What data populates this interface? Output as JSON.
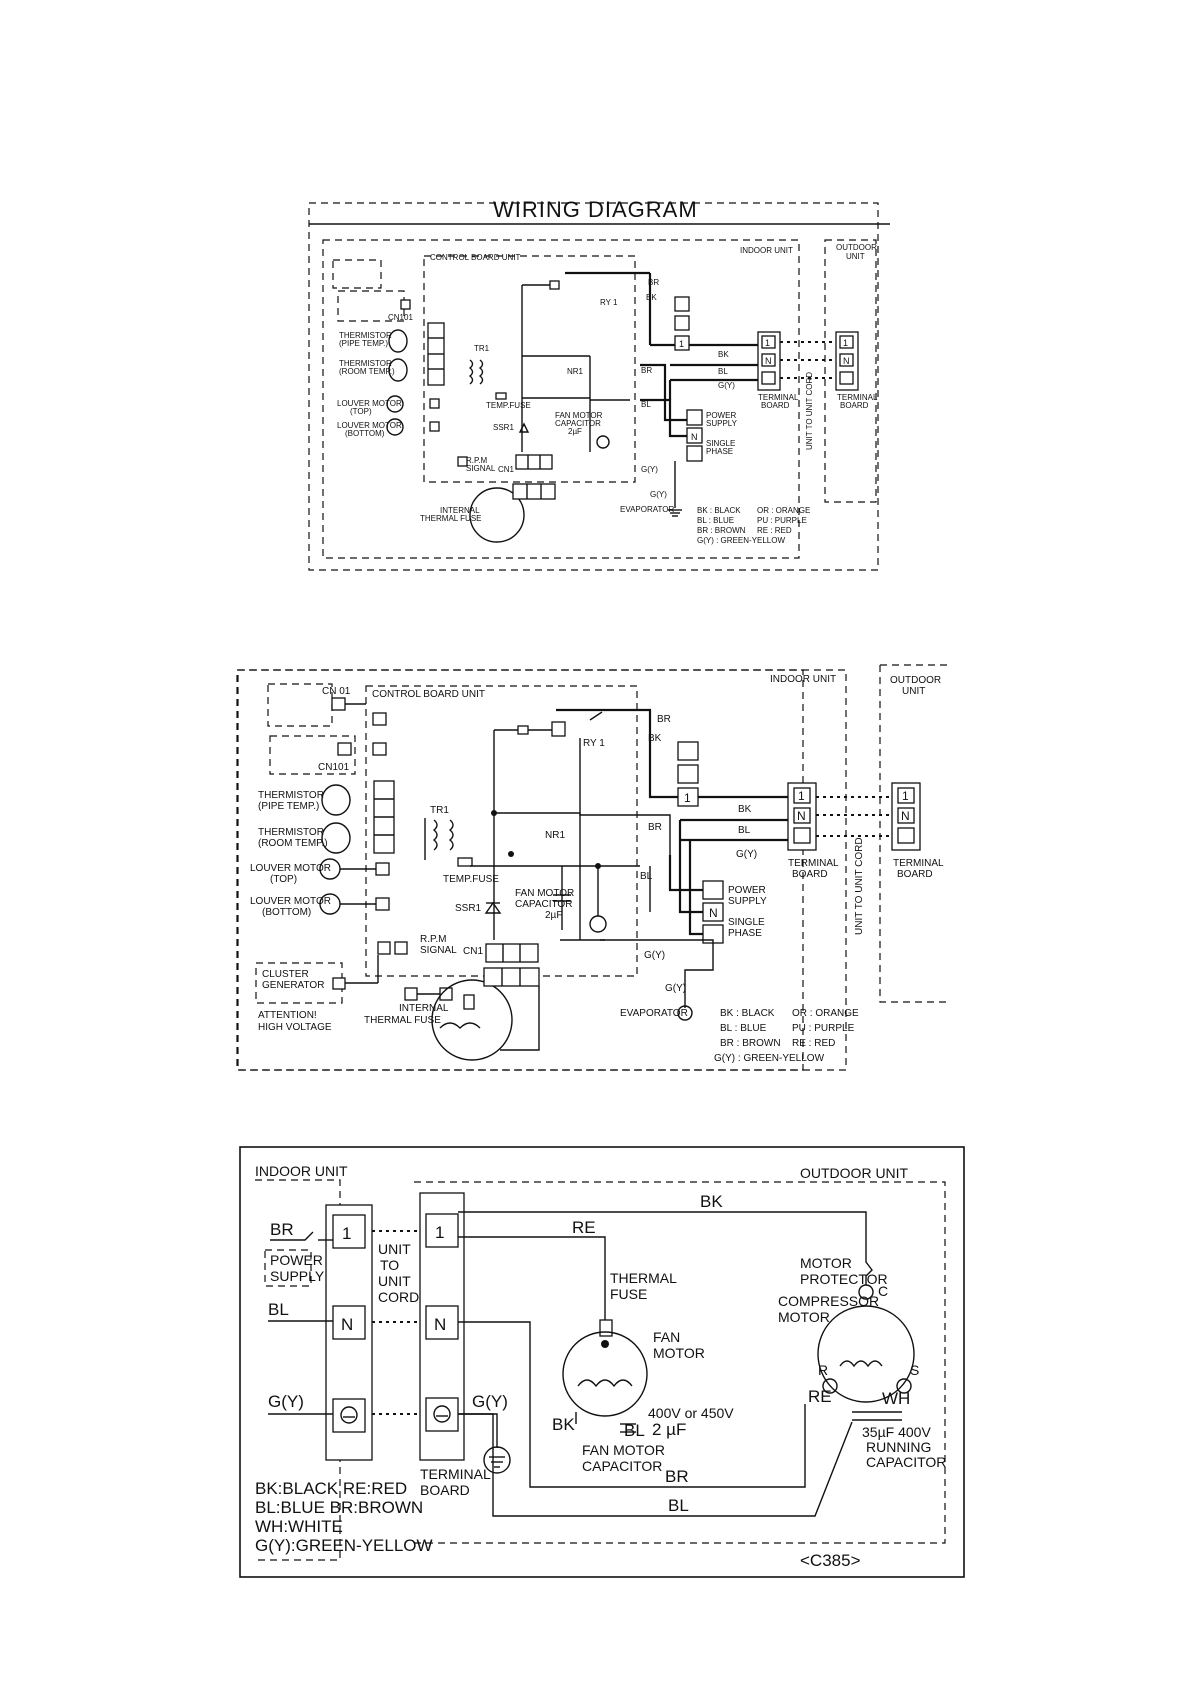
{
  "diagram1": {
    "title": "WIRING  DIAGRAM",
    "control_board": "CONTROL BOARD UNIT",
    "indoor_unit": "INDOOR UNIT",
    "outdoor_unit": [
      "OUTDOOR",
      "UNIT"
    ],
    "cn101": "CN101",
    "thermistor_pipe": [
      "THERMISTOR",
      "(PIPE TEMP.)"
    ],
    "thermistor_room": [
      "THERMISTOR",
      "(ROOM TEMP.)"
    ],
    "louver_top": [
      "LOUVER MOTOR",
      "(TOP)"
    ],
    "louver_bottom": [
      "LOUVER MOTOR",
      "(BOTTOM)"
    ],
    "tr1": "TR1",
    "temp_fuse": "TEMP.FUSE",
    "nr1": "NR1",
    "ssr1": "SSR1",
    "fan_capacitor": [
      "FAN MOTOR",
      "CAPACITOR",
      "2µF"
    ],
    "rpm_signal": [
      "R.P.M",
      "SIGNAL"
    ],
    "cn1": "CN1",
    "internal_fuse": [
      "INTERNAL",
      "THERMAL FUSE"
    ],
    "ry1": "RY 1",
    "power_supply": [
      "POWER",
      "SUPPLY"
    ],
    "single_phase": [
      "SINGLE",
      "PHASE"
    ],
    "terminal_board": [
      "TERMINAL",
      "BOARD"
    ],
    "unit_cord": "UNIT TO UNIT CORD",
    "evaporator": "EVAPORATOR",
    "wire_br": "BR",
    "wire_bk": "BK",
    "wire_bl": "BL",
    "wire_gy": "G(Y)",
    "term_1": "1",
    "term_n": "N",
    "legend": [
      "BK  : BLACK",
      "BL  : BLUE",
      "BR  : BROWN",
      "G(Y) : GREEN-YELLOW",
      "OR : ORANGE",
      "PU : PURPLE",
      "RE : RED"
    ]
  },
  "diagram2": {
    "cn01": "CN 01",
    "control_board": "CONTROL  BOARD  UNIT",
    "indoor_unit": "INDOOR UNIT",
    "outdoor_unit": [
      "OUTDOOR",
      "UNIT"
    ],
    "cn101": "CN101",
    "thermistor_pipe": [
      "THERMISTOR",
      "(PIPE TEMP.)"
    ],
    "thermistor_room": [
      "THERMISTOR",
      "(ROOM TEMP.)"
    ],
    "louver_top": [
      "LOUVER MOTOR",
      "(TOP)"
    ],
    "louver_bottom": [
      "LOUVER MOTOR",
      "(BOTTOM)"
    ],
    "cluster": [
      "CLUSTER",
      "GENERATOR"
    ],
    "attention": [
      "ATTENTION!",
      "HIGH VOLTAGE"
    ],
    "tr1": "TR1",
    "temp_fuse": "TEMP.FUSE",
    "nr1": "NR1",
    "ssr1": "SSR1",
    "fan_capacitor": [
      "FAN MOTOR",
      "CAPACITOR",
      "2µF"
    ],
    "rpm_signal": [
      "R.P.M",
      "SIGNAL"
    ],
    "cn1": "CN1",
    "internal_fuse": [
      "INTERNAL",
      "THERMAL  FUSE"
    ],
    "ry1": "RY 1",
    "power_supply": [
      "POWER",
      "SUPPLY"
    ],
    "single_phase": [
      "SINGLE",
      "PHASE"
    ],
    "terminal_board": [
      "TERMINAL",
      "BOARD"
    ],
    "unit_cord": "UNIT TO UNIT CORD",
    "evaporator": "EVAPORATOR",
    "wire_br": "BR",
    "wire_bk": "BK",
    "wire_bl": "BL",
    "wire_gy": "G(Y)",
    "term_1": "1",
    "term_n": "N",
    "legend": [
      "BK  : BLACK",
      "BL  : BLUE",
      "BR  : BROWN",
      "G(Y) : GREEN-YELLOW",
      "OR : ORANGE",
      "PU : PURPLE",
      "RE : RED"
    ]
  },
  "diagram3": {
    "indoor_unit": "INDOOR UNIT",
    "outdoor_unit": "OUTDOOR UNIT",
    "br": "BR",
    "bl": "BL",
    "gy": "G(Y)",
    "bk": "BK",
    "re": "RE",
    "wh": "WH",
    "term_1": "1",
    "term_n": "N",
    "power_supply": [
      "POWER",
      "SUPPLY"
    ],
    "unit_cord": [
      "UNIT",
      "TO",
      "UNIT",
      "CORD"
    ],
    "thermal_fuse": [
      "THERMAL",
      "FUSE"
    ],
    "fan_motor": [
      "FAN",
      "MOTOR"
    ],
    "fan_capacitor_rating": [
      "400V or 450V",
      "2 µF"
    ],
    "fan_capacitor": [
      "FAN MOTOR",
      "CAPACITOR"
    ],
    "motor_protector": [
      "MOTOR",
      "PROTECTOR"
    ],
    "compressor": [
      "COMPRESSOR",
      "MOTOR"
    ],
    "c_label": "C",
    "r_label": "R",
    "s_label": "S",
    "running_cap": [
      "35µF 400V",
      "RUNNING",
      "CAPACITOR"
    ],
    "terminal_board": [
      "TERMINAL",
      "BOARD"
    ],
    "legend": [
      "BK:BLACK    RE:RED",
      "BL:BLUE      BR:BROWN",
      "WH:WHITE",
      "G(Y):GREEN-YELLOW"
    ],
    "model": "<C385>"
  }
}
